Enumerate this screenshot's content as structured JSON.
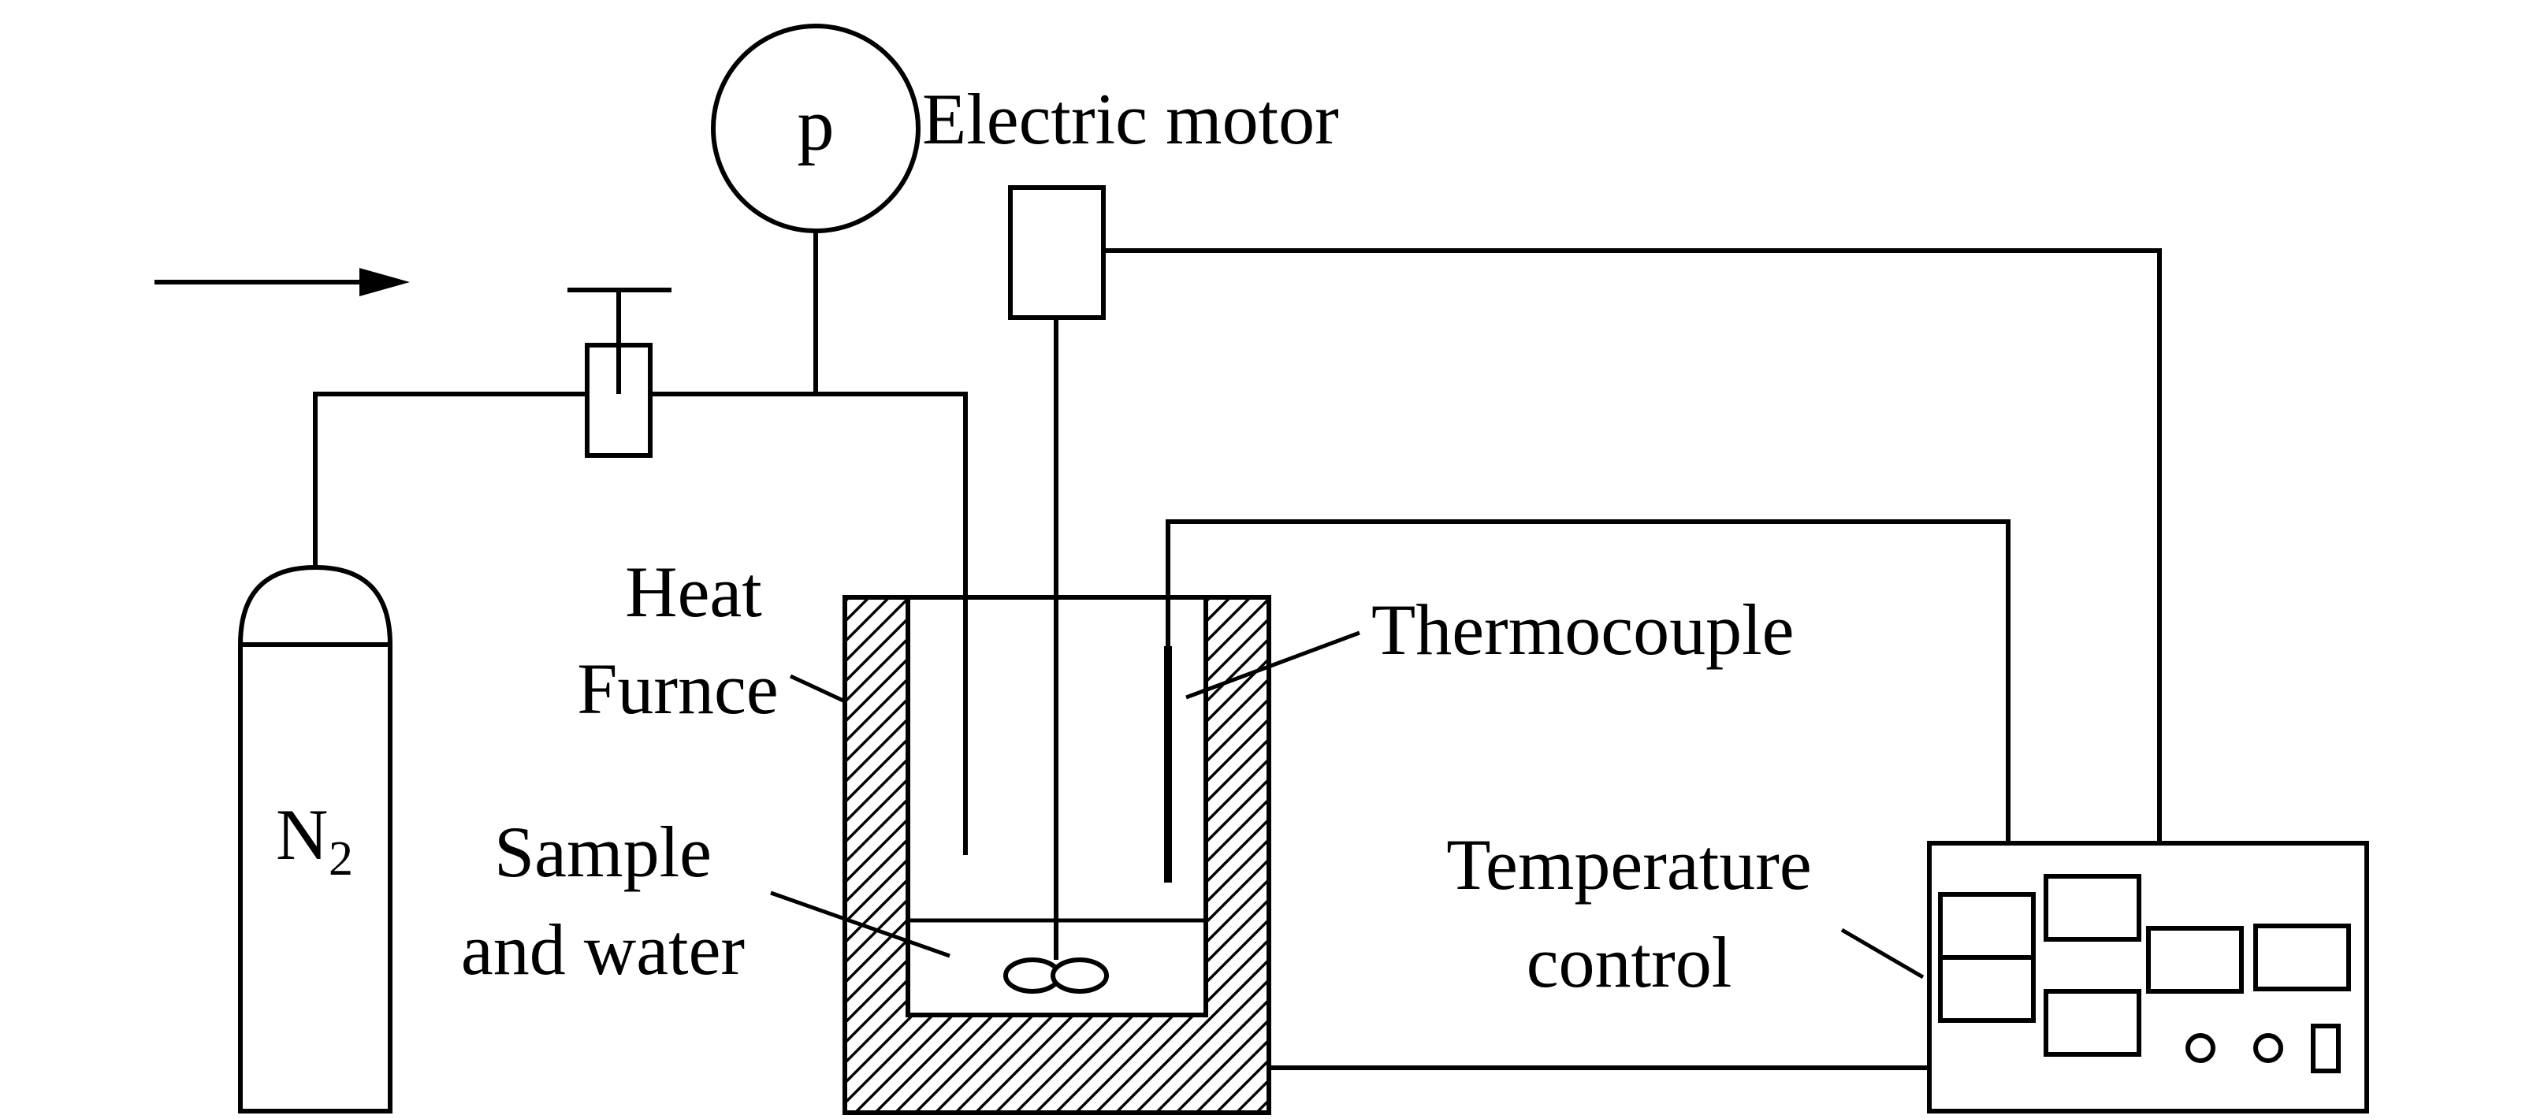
{
  "labels": {
    "gas": "N",
    "gas_subscript": "2",
    "pressure_gauge": "p",
    "motor": "Electric motor",
    "furnace_line1": "Heat",
    "furnace_line2": "Furnce",
    "thermocouple": "Thermocouple",
    "sample_line1": "Sample",
    "sample_line2": "and water",
    "controller_line1": "Temperature",
    "controller_line2": "control"
  }
}
